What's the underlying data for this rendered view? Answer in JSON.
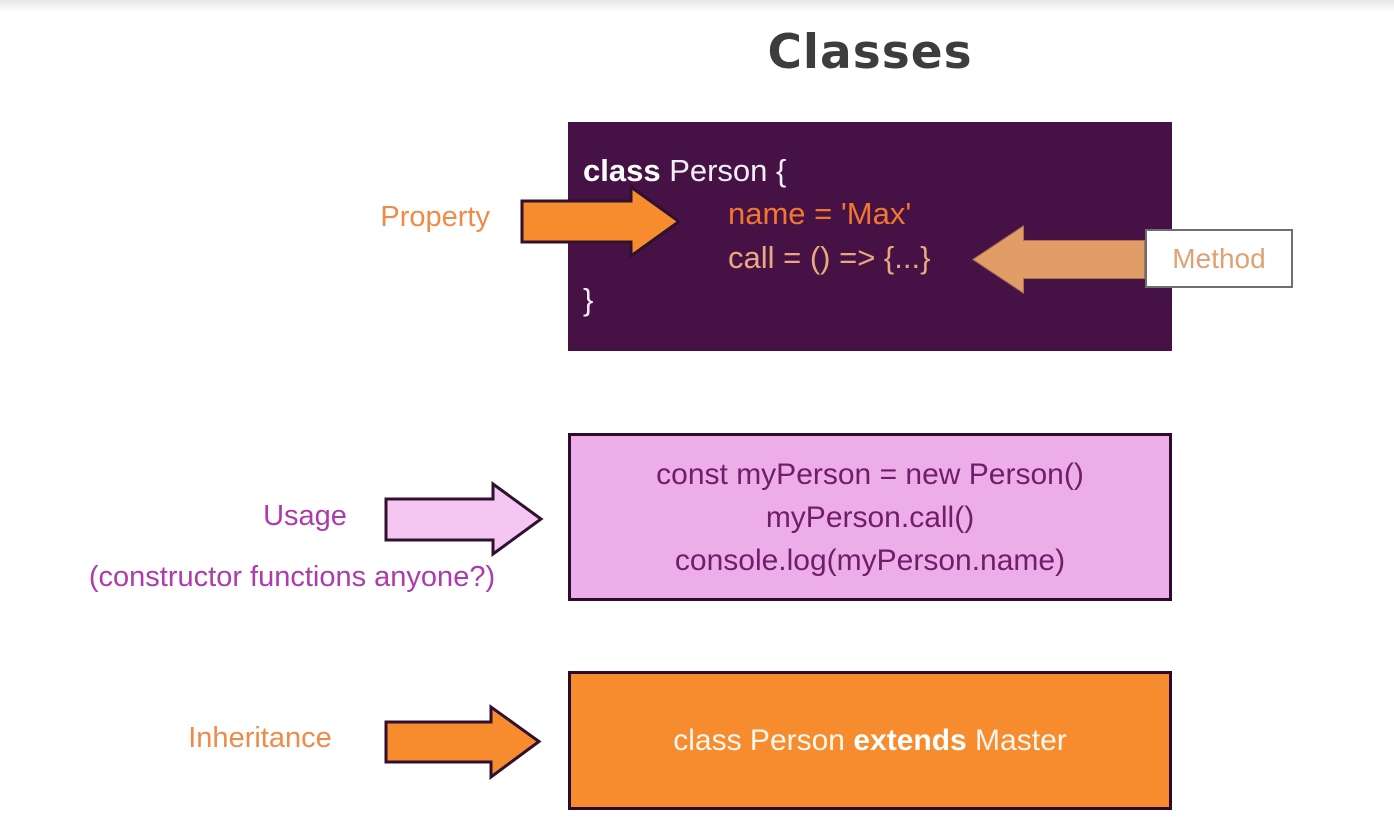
{
  "title": "Classes",
  "class_box": {
    "keyword": "class",
    "declaration_rest": " Person {",
    "property_line": "name = 'Max'",
    "method_line": "call = () => {...}",
    "closing_brace": "}"
  },
  "labels": {
    "property": "Property",
    "method": "Method",
    "usage": "Usage",
    "usage_note": "(constructor functions anyone?)",
    "inheritance": "Inheritance"
  },
  "usage_box": {
    "lines": [
      "const myPerson = new Person()",
      "myPerson.call()",
      "console.log(myPerson.name)"
    ]
  },
  "inheritance_box": {
    "prefix": "class Person ",
    "keyword": "extends",
    "suffix": " Master"
  },
  "colors": {
    "title_text": "#3d3d40",
    "class_box_bg": "#461245",
    "property_code_text": "#f2762e",
    "method_code_text": "#e9a97c",
    "orange_arrow_fill": "#f78c2e",
    "tan_arrow_fill": "#e09d66",
    "pink_arrow_fill": "#f4c6f1",
    "arrow_outline": "#30102f",
    "usage_box_bg": "#edade9",
    "usage_text": "#701d6a",
    "usage_label_text": "#ad3bad",
    "orange_label_text": "#ef8b49",
    "inheritance_box_bg": "#f78c2e",
    "method_label_text": "#dfa273"
  }
}
